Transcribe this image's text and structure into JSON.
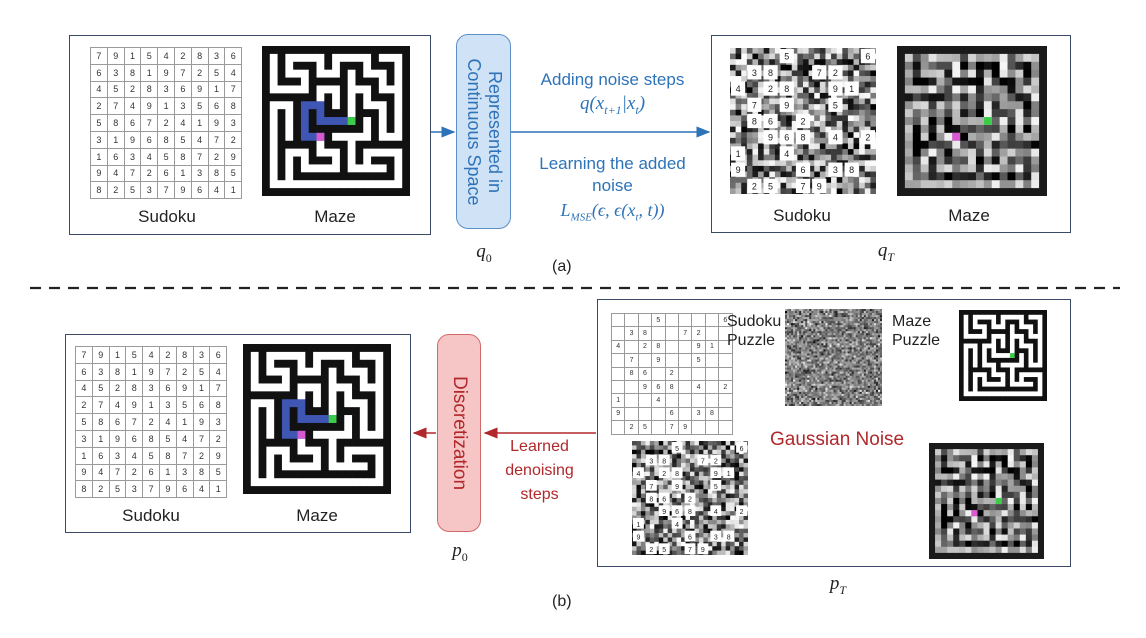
{
  "sudoku_solution": [
    [
      "7",
      "9",
      "1",
      "5",
      "4",
      "2",
      "8",
      "3",
      "6"
    ],
    [
      "6",
      "3",
      "8",
      "1",
      "9",
      "7",
      "2",
      "5",
      "4"
    ],
    [
      "4",
      "5",
      "2",
      "8",
      "3",
      "6",
      "9",
      "1",
      "7"
    ],
    [
      "2",
      "7",
      "4",
      "9",
      "1",
      "3",
      "5",
      "6",
      "8"
    ],
    [
      "5",
      "8",
      "6",
      "7",
      "2",
      "4",
      "1",
      "9",
      "3"
    ],
    [
      "3",
      "1",
      "9",
      "6",
      "8",
      "5",
      "4",
      "7",
      "2"
    ],
    [
      "1",
      "6",
      "3",
      "4",
      "5",
      "8",
      "7",
      "2",
      "9"
    ],
    [
      "9",
      "4",
      "7",
      "2",
      "6",
      "1",
      "3",
      "8",
      "5"
    ],
    [
      "8",
      "2",
      "5",
      "3",
      "7",
      "9",
      "6",
      "4",
      "1"
    ]
  ],
  "sudoku_puzzle": [
    [
      "",
      "",
      "",
      "5",
      "",
      "",
      "",
      "",
      "6"
    ],
    [
      "",
      "3",
      "8",
      "",
      "",
      "7",
      "2",
      "",
      ""
    ],
    [
      "4",
      "",
      "2",
      "8",
      "",
      "",
      "9",
      "1",
      ""
    ],
    [
      "",
      "7",
      "",
      "9",
      "",
      "",
      "5",
      "",
      ""
    ],
    [
      "",
      "8",
      "6",
      "",
      "2",
      "",
      "",
      "",
      ""
    ],
    [
      "",
      "",
      "9",
      "6",
      "8",
      "",
      "4",
      "",
      "2"
    ],
    [
      "1",
      "",
      "",
      "4",
      "",
      "",
      "",
      "",
      ""
    ],
    [
      "9",
      "",
      "",
      "",
      "6",
      "",
      "3",
      "8",
      ""
    ],
    [
      "",
      "2",
      "5",
      "",
      "7",
      "9",
      "",
      "",
      ""
    ]
  ],
  "colors": {
    "frame": "#3b4a66",
    "blue_text": "#2e73b8",
    "red_text": "#b0282b",
    "pill_blue_fill": "#cfe2f6",
    "pill_blue_border": "#5b8fc7",
    "pill_red_fill": "#f6c6c6",
    "pill_red_border": "#d06a6a",
    "maze_path": "#3f56b3",
    "maze_start": "#d85ad0",
    "maze_goal": "#3dcc4a"
  },
  "labels": {
    "sudoku": "Sudoku",
    "maze": "Maze",
    "continuous_space": "Represented in Continuous Space",
    "adding_noise": "Adding noise steps",
    "learning_noise_1": "Learning the added",
    "learning_noise_2": "noise",
    "q0": "q",
    "q0_sub": "0",
    "qT": "q",
    "qT_sub": "T",
    "part_a": "(a)",
    "part_b": "(b)",
    "discretization": "Discretization",
    "learned_1": "Learned",
    "learned_2": "denoising",
    "learned_3": "steps",
    "p0": "p",
    "p0_sub": "0",
    "pT": "p",
    "pT_sub": "T",
    "sudoku_puzzle_1": "Sudoku",
    "sudoku_puzzle_2": "Puzzle",
    "maze_puzzle_1": "Maze",
    "maze_puzzle_2": "Puzzle",
    "gaussian_noise": "Gaussian Noise"
  },
  "formulas": {
    "forward": "q(x_{t+1}|x_t)",
    "loss": "L_MSE(ε, ε(x_t, t))"
  }
}
